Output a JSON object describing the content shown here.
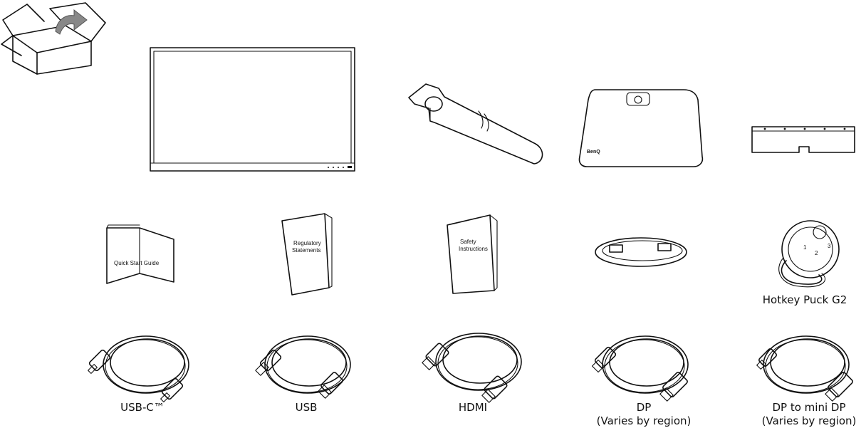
{
  "items": {
    "monitor": {},
    "stand_neck": {},
    "stand_base": {
      "brand": "BenQ"
    },
    "cover": {},
    "quick_start_guide": {
      "text": "Quick Start Guide"
    },
    "regulatory_statements": {
      "line1": "Regulatory",
      "line2": "Statements"
    },
    "safety_instructions": {
      "line1": "Safety",
      "line2": "Instructions"
    },
    "power_cord": {},
    "hotkey_puck": {
      "label": "Hotkey Puck G2",
      "buttons": [
        "1",
        "2",
        "3"
      ]
    },
    "usb_c_cable": {
      "label": "USB-C™"
    },
    "usb_cable": {
      "label": "USB"
    },
    "hdmi_cable": {
      "label": "HDMI"
    },
    "dp_cable": {
      "label": "DP",
      "note": "(Varies by region)"
    },
    "dp_mini_cable": {
      "label": "DP to mini DP",
      "note": "(Varies by region)"
    }
  }
}
